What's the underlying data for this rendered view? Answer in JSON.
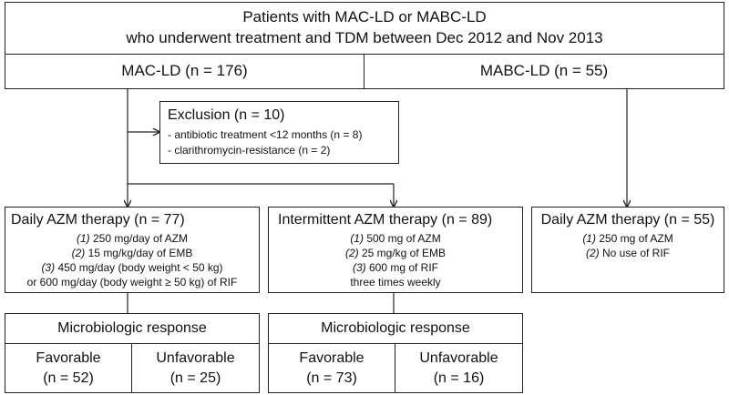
{
  "top": {
    "line1": "Patients with MAC-LD or MABC-LD",
    "line2": "who underwent treatment and TDM between Dec 2012 and Nov 2013",
    "mac": "MAC-LD (n = 176)",
    "mabc": "MABC-LD (n = 55)"
  },
  "exclusion": {
    "title": "Exclusion (n = 10)",
    "items": [
      "- antibiotic treatment <12 months (n = 8)",
      "- clarithromycin-resistance (n = 2)"
    ]
  },
  "therapies": [
    {
      "title": "Daily AZM therapy (n = 77)",
      "lines": [
        {
          "num": "(1)",
          "text": " 250 mg/day of AZM"
        },
        {
          "num": "(2)",
          "text": " 15 mg/kg/day of EMB"
        },
        {
          "num": "(3)",
          "text": " 450 mg/day (body weight < 50 kg)"
        },
        {
          "num": "",
          "text": "or 600 mg/day (body weight ≥ 50 kg) of RIF"
        }
      ]
    },
    {
      "title": "Intermittent AZM therapy (n = 89)",
      "lines": [
        {
          "num": "(1)",
          "text": " 500 mg of AZM"
        },
        {
          "num": "(2)",
          "text": " 25 mg/kg of EMB"
        },
        {
          "num": "(3)",
          "text": " 600 mg of RIF"
        },
        {
          "num": "",
          "text": "three times weekly"
        }
      ]
    },
    {
      "title": "Daily AZM therapy (n = 55)",
      "lines": [
        {
          "num": "(1)",
          "text": " 250 mg of AZM"
        },
        {
          "num": "(2)",
          "text": " No use of RIF"
        }
      ]
    }
  ],
  "responses": [
    {
      "title": "Microbiologic response",
      "favorable_label": "Favorable",
      "favorable_n": "(n = 52)",
      "unfavorable_label": "Unfavorable",
      "unfavorable_n": "(n = 25)"
    },
    {
      "title": "Microbiologic response",
      "favorable_label": "Favorable",
      "favorable_n": "(n = 73)",
      "unfavorable_label": "Unfavorable",
      "unfavorable_n": "(n = 16)"
    }
  ],
  "colors": {
    "line": "#222222",
    "text": "#111111",
    "background": "#ffffff"
  }
}
